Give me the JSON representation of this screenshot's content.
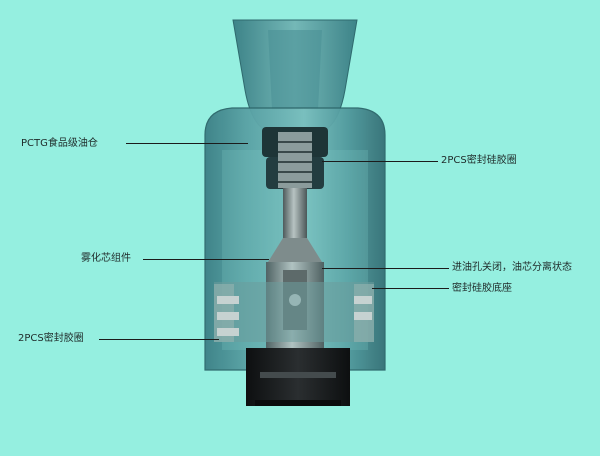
{
  "labels": {
    "tank_material": "PCTG食品级油仓",
    "top_seal": "2PCS密封硅胶圈",
    "coil_assembly": "雾化芯组件",
    "oil_hole_state": "进油孔关闭，油芯分离状态",
    "seal_base": "密封硅胶底座",
    "bottom_seal": "2PCS密封胶圈"
  },
  "colors": {
    "background": "#95efe0",
    "pod_body": "#3f8e91",
    "pod_dark": "#2a5e63",
    "base_black": "#141617",
    "leader_line": "#1b1b1b"
  }
}
